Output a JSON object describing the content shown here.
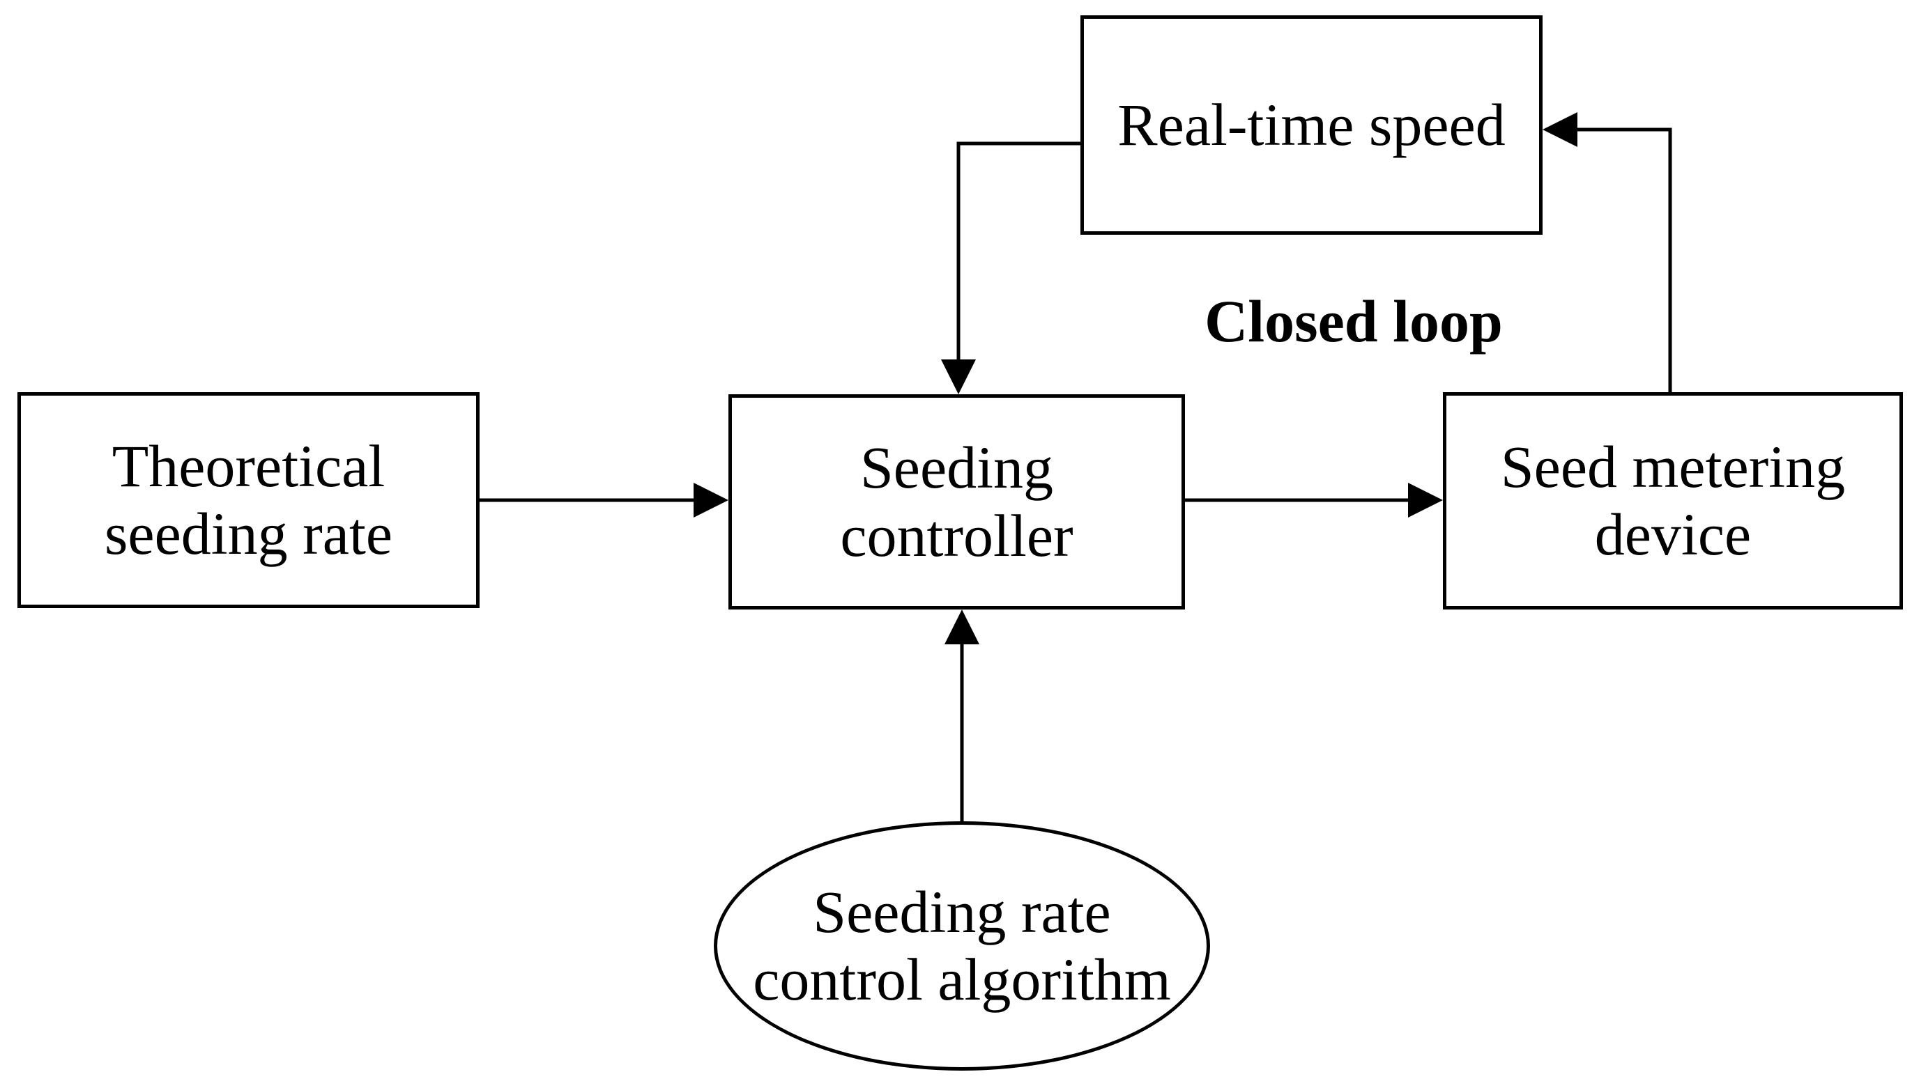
{
  "figure": {
    "type": "block-diagram",
    "background": "#ffffff",
    "ink": "#000000",
    "nodes": {
      "theoretical_seeding_rate": {
        "shape": "rectangle",
        "line1": "Theoretical",
        "line2": "seeding rate"
      },
      "seeding_controller": {
        "shape": "rectangle",
        "line1": "Seeding",
        "line2": "controller"
      },
      "seed_metering_device": {
        "shape": "rectangle",
        "line1": "Seed metering",
        "line2": "device"
      },
      "real_time_speed": {
        "shape": "rectangle",
        "line1": "Real-time speed"
      },
      "seeding_rate_control_algorithm": {
        "shape": "ellipse",
        "line1": "Seeding rate",
        "line2": "control algorithm"
      }
    },
    "labels": {
      "closed_loop": "Closed loop"
    },
    "connections": [
      {
        "from": "theoretical_seeding_rate",
        "to": "seeding_controller",
        "style": "arrow-right"
      },
      {
        "from": "seeding_controller",
        "to": "seed_metering_device",
        "style": "arrow-right"
      },
      {
        "from": "seed_metering_device",
        "to": "real_time_speed",
        "style": "arrow-left-elbow"
      },
      {
        "from": "real_time_speed",
        "to": "seeding_controller",
        "style": "arrow-down-elbow"
      },
      {
        "from": "seeding_rate_control_algorithm",
        "to": "seeding_controller",
        "style": "arrow-up"
      }
    ]
  }
}
